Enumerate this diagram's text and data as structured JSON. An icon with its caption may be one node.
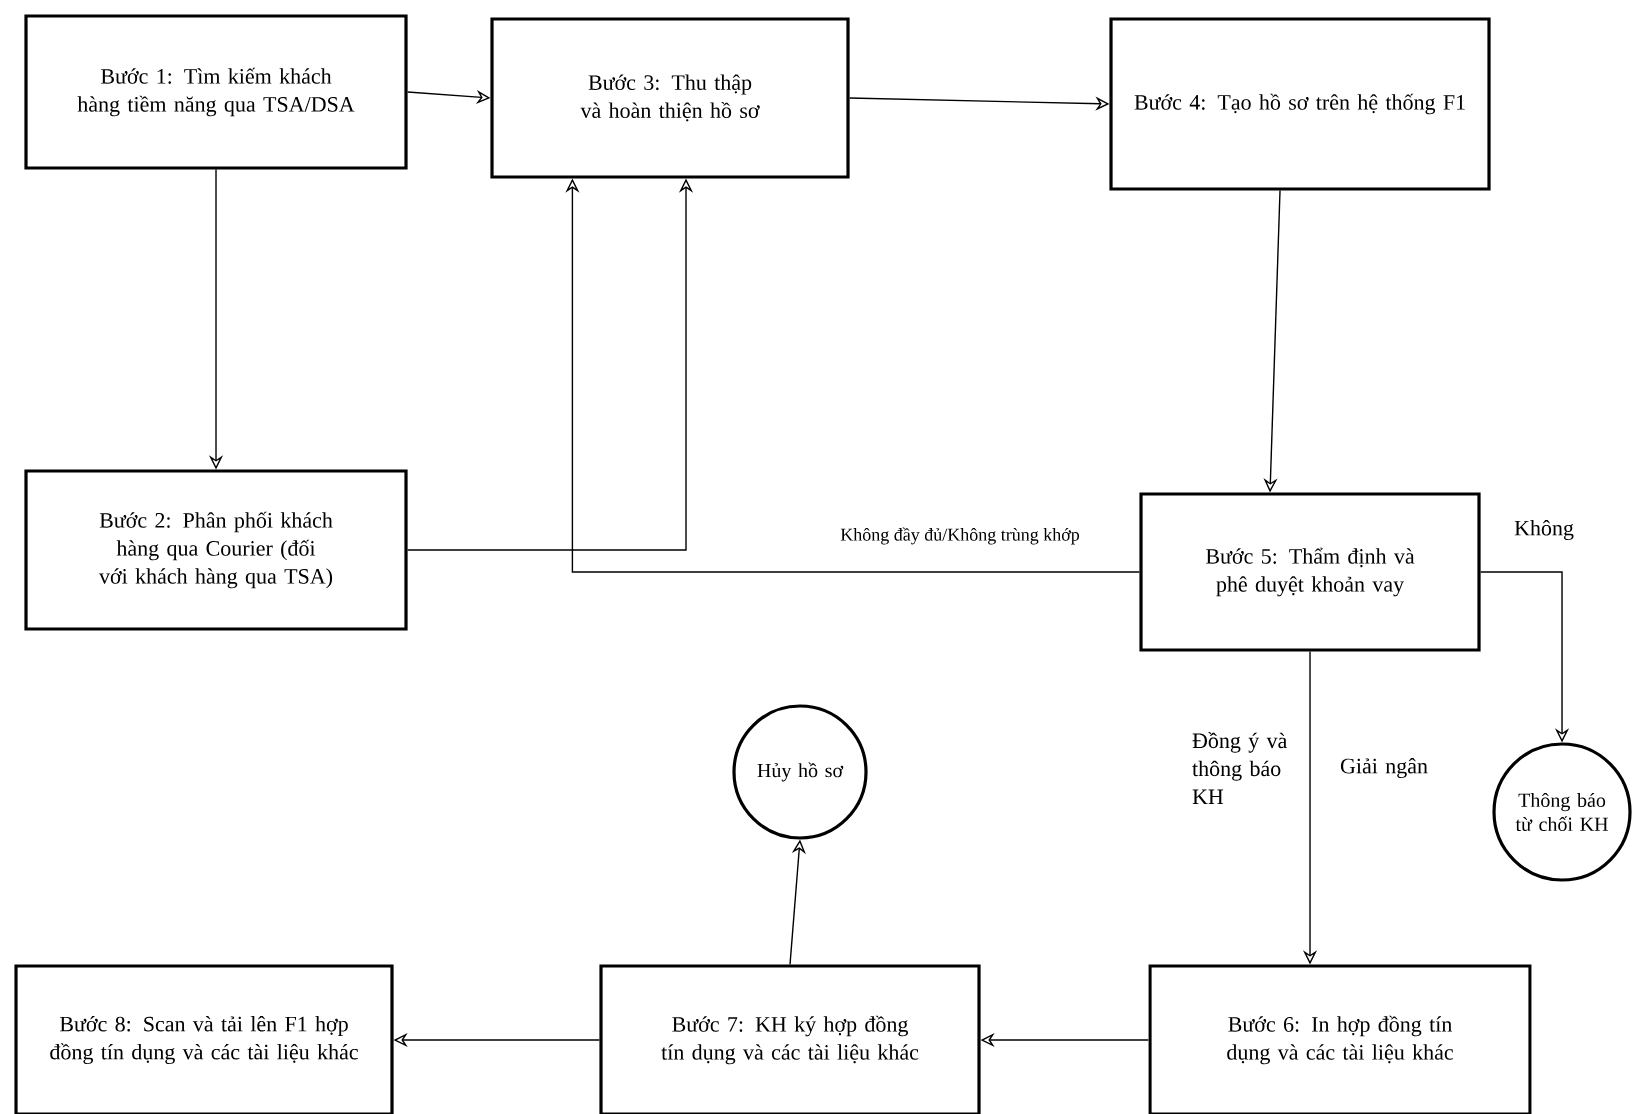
{
  "diagram": {
    "nodes": [
      {
        "text": [
          "Bước 1: Tìm kiếm khách hàng tiềm năng qua TSA/DSA"
        ]
      },
      {
        "text": [
          "Bước 3: Thu thập và hoàn thiện hồ sơ"
        ]
      },
      {
        "text": [
          "Bước 4: Tạo hồ sơ trên hệ thống F1"
        ]
      },
      {
        "text": [
          "Bước 2: Phân phối khách hàng qua Courier (đối với khách hàng qua TSA)"
        ]
      },
      {
        "text": [
          "Bước 5: Thẩm định và phê duyệt khoản vay"
        ]
      },
      {
        "text": [
          "Thông báo từ chối KH"
        ]
      },
      {
        "text": [
          "Hủy hồ sơ"
        ]
      },
      {
        "text": [
          "Bước 8: Scan và tải lên F1 hợp đồng tín dụng và các tài liệu khác"
        ]
      },
      {
        "text": [
          "Bước 7: KH ký hợp đồng tín dụng và các tài liệu khác"
        ]
      },
      {
        "text": [
          "Bước 6: In hợp đồng tín dụng và các tài liệu khác"
        ]
      }
    ],
    "edges": [
      {
        "from": 0,
        "to": 1,
        "arrow": "to"
      },
      {
        "from": 0,
        "to": 3,
        "arrow": "to"
      },
      {
        "from": 3,
        "to": 1,
        "arrow": "to"
      },
      {
        "from": 1,
        "to": 2,
        "arrow": "to"
      },
      {
        "from": 2,
        "to": 4,
        "arrow": "to"
      },
      {
        "from": 4,
        "to": 1,
        "arrow": "to",
        "label": "Không đầy đủ/Không trùng khớp"
      },
      {
        "from": 4,
        "to": 5,
        "arrow": "to",
        "label": "Không"
      },
      {
        "from": 4,
        "to": 9,
        "arrow": "to",
        "label": "Đồng ý và thông báo KH"
      },
      {
        "from": 9,
        "to": 8,
        "arrow": "to"
      },
      {
        "from": 8,
        "to": 7,
        "arrow": "to"
      },
      {
        "from": 8,
        "to": 6,
        "arrow": "to"
      }
    ],
    "labels": [
      "Giải ngân"
    ]
  }
}
